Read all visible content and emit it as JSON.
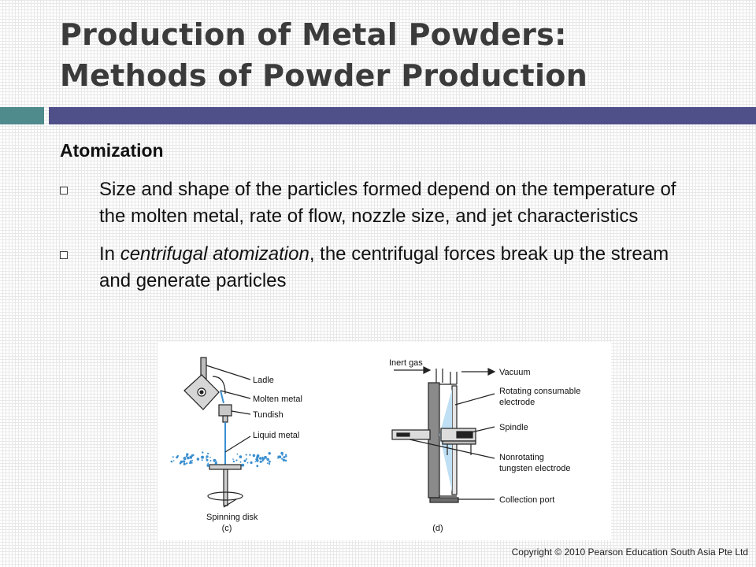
{
  "slide": {
    "title_line1": "Production of Metal Powders:",
    "title_line2": "Methods of Powder Production",
    "heading": "Atomization",
    "bullets": [
      {
        "text": "Size and shape of the particles formed depend on the temperature of the molten metal, rate of flow, nozzle size, and jet characteristics"
      },
      {
        "pre": "In ",
        "em": "centrifugal atomization",
        "post": ", the centrifugal forces break up the stream and generate particles"
      }
    ],
    "copyright": "Copyright © 2010 Pearson Education South Asia Pte Ltd"
  },
  "colors": {
    "bar_teal": "#4f8a8c",
    "bar_blue": "#4f4f8a",
    "spray": "#3a8fd0"
  },
  "figure": {
    "c": {
      "caption": "(c)",
      "labels": [
        "Ladle",
        "Molten metal",
        "Tundish",
        "Liquid metal",
        "Spinning disk"
      ]
    },
    "d": {
      "caption": "(d)",
      "labels": [
        "Inert gas",
        "Vacuum",
        "Rotating consumable",
        "electrode",
        "Spindle",
        "Nonrotating",
        "tungsten electrode",
        "Collection port"
      ]
    }
  }
}
